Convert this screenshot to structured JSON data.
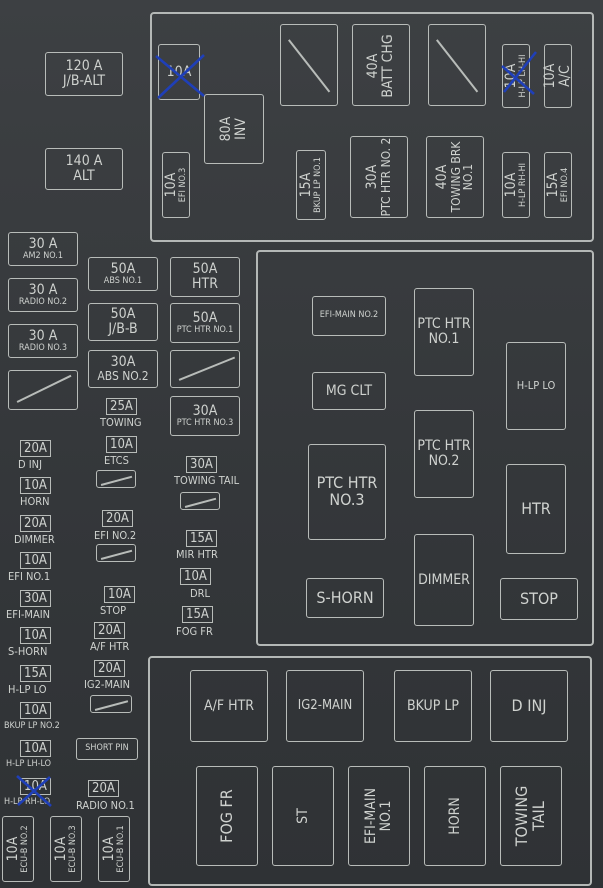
{
  "colors": {
    "background": "#3a3d40",
    "lines": "#b8bcb9",
    "pen_mark": "#1f3fb8"
  },
  "left_fuses": [
    {
      "amp": "120 A",
      "name": "J/B-ALT"
    },
    {
      "amp": "140 A",
      "name": "ALT"
    },
    {
      "amp": "30 A",
      "name": "AM2 NO.1"
    },
    {
      "amp": "30 A",
      "name": "RADIO NO.2"
    },
    {
      "amp": "30 A",
      "name": "RADIO NO.3"
    }
  ],
  "mid_fuses": [
    {
      "amp": "50A",
      "name": "ABS NO.1"
    },
    {
      "amp": "50A",
      "name": "HTR"
    },
    {
      "amp": "50A",
      "name": "J/B-B"
    },
    {
      "amp": "50A",
      "name": "PTC HTR NO.1"
    },
    {
      "amp": "30A",
      "name": "ABS NO.2"
    },
    {
      "amp": "25A",
      "name": "TOWING"
    },
    {
      "amp": "30A",
      "name": "PTC HTR NO.3"
    },
    {
      "amp": "10A",
      "name": "ETCS"
    },
    {
      "amp": "30A",
      "name": "TOWING TAIL"
    },
    {
      "amp": "20A",
      "name": "EFI NO.2"
    },
    {
      "amp": "15A",
      "name": "MIR HTR"
    },
    {
      "amp": "10A",
      "name": "DRL"
    },
    {
      "amp": "10A",
      "name": "STOP"
    },
    {
      "amp": "15A",
      "name": "FOG FR"
    },
    {
      "amp": "20A",
      "name": "A/F HTR"
    },
    {
      "amp": "20A",
      "name": "IG2-MAIN"
    },
    {
      "amp": "SHORT PIN",
      "name": ""
    },
    {
      "amp": "20A",
      "name": "RADIO NO.1"
    }
  ],
  "left_column": [
    {
      "amp": "20A",
      "name": "D INJ"
    },
    {
      "amp": "10A",
      "name": "HORN"
    },
    {
      "amp": "20A",
      "name": "DIMMER"
    },
    {
      "amp": "10A",
      "name": "EFI NO.1"
    },
    {
      "amp": "30A",
      "name": "EFI-MAIN"
    },
    {
      "amp": "10A",
      "name": "S-HORN"
    },
    {
      "amp": "15A",
      "name": "H-LP LO"
    },
    {
      "amp": "10A",
      "name": "BKUP LP NO.2"
    },
    {
      "amp": "10A",
      "name": "H-LP LH-LO"
    },
    {
      "amp": "10A",
      "name": "H-LP RH-LO"
    }
  ],
  "bottom_left_vertical": [
    {
      "amp": "10A",
      "name": "ECU-B NO.2"
    },
    {
      "amp": "10A",
      "name": "ECU-B NO.3"
    },
    {
      "amp": "10A",
      "name": "ECU-B NO.1"
    }
  ],
  "top_fuses": [
    {
      "amp": "10A",
      "name": "",
      "crossed": true
    },
    {
      "amp": "80A",
      "name": "INV"
    },
    {
      "amp": "40A",
      "name": "BATT CHG"
    },
    {
      "amp": "10A",
      "name": "H-LP LH-HI",
      "crossed": true
    },
    {
      "amp": "10A",
      "name": "A/C"
    },
    {
      "amp": "10A",
      "name": "EFI NO.3"
    },
    {
      "amp": "15A",
      "name": "BKUP LP NO.1"
    },
    {
      "amp": "30A",
      "name": "PTC HTR NO. 2"
    },
    {
      "amp": "40A",
      "name": "TOWING BRK NO.1"
    },
    {
      "amp": "10A",
      "name": "H-LP RH-HI"
    },
    {
      "amp": "15A",
      "name": "EFI NO.4"
    }
  ],
  "relays_right": [
    {
      "name": "EFI-MAIN NO.2"
    },
    {
      "name": "PTC HTR NO.1"
    },
    {
      "name": "MG CLT"
    },
    {
      "name": "H-LP LO"
    },
    {
      "name": "PTC HTR NO.2"
    },
    {
      "name": "PTC HTR NO.3"
    },
    {
      "name": "HTR"
    },
    {
      "name": "DIMMER"
    },
    {
      "name": "S-HORN"
    },
    {
      "name": "STOP"
    }
  ],
  "relays_bottom": [
    {
      "name": "A/F HTR"
    },
    {
      "name": "IG2-MAIN"
    },
    {
      "name": "BKUP LP"
    },
    {
      "name": "D INJ"
    },
    {
      "name": "FOG FR"
    },
    {
      "name": "ST"
    },
    {
      "name": "EFI-MAIN NO.1"
    },
    {
      "name": "HORN"
    },
    {
      "name": "TOWING TAIL"
    }
  ]
}
